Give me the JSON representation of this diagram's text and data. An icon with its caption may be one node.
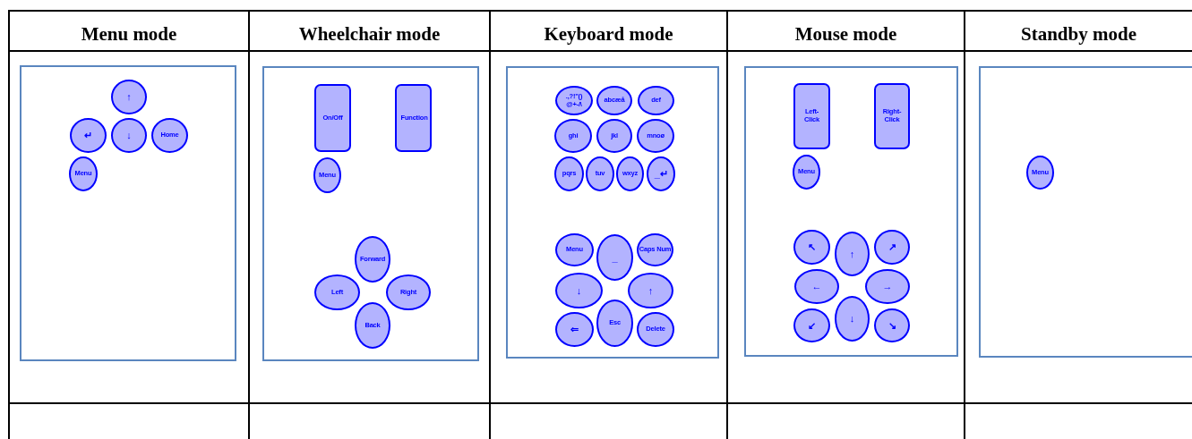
{
  "diagram": {
    "nodes": [
      {
        "text": [],
        "shape": "box"
      },
      {
        "text": [
          "↑"
        ],
        "in": 0
      },
      {
        "text": [
          "↵"
        ],
        "in": 0
      },
      {
        "text": [
          "↓"
        ],
        "in": 0
      },
      {
        "text": [
          "Home"
        ],
        "in": 0
      },
      {
        "text": [
          "Menu"
        ],
        "in": 0
      },
      {
        "text": [],
        "shape": "box"
      },
      {
        "text": [
          "On/Off"
        ],
        "in": 6
      },
      {
        "text": [
          "Function"
        ],
        "in": 6
      },
      {
        "text": [
          "Menu"
        ],
        "in": 6
      },
      {
        "text": [
          "Forward"
        ],
        "in": 6
      },
      {
        "text": [
          "Left"
        ],
        "in": 6
      },
      {
        "text": [
          "Right"
        ],
        "in": 6
      },
      {
        "text": [
          "Back"
        ],
        "in": 6
      },
      {
        "text": [],
        "shape": "box"
      },
      {
        "text": [
          ".,?!\"() @+-/\\"
        ],
        "in": 14
      },
      {
        "text": [
          "abcæå"
        ],
        "in": 14
      },
      {
        "text": [
          "def"
        ],
        "in": 14
      },
      {
        "text": [
          "ghi"
        ],
        "in": 14
      },
      {
        "text": [
          "jkl"
        ],
        "in": 14
      },
      {
        "text": [
          "mnoø"
        ],
        "in": 14
      },
      {
        "text": [
          "pqrs"
        ],
        "in": 14
      },
      {
        "text": [
          "tuv"
        ],
        "in": 14
      },
      {
        "text": [
          "wxyz"
        ],
        "in": 14
      },
      {
        "text": [
          "_↵"
        ],
        "in": 14
      },
      {
        "text": [
          "Menu"
        ],
        "in": 14
      },
      {
        "text": [
          "_"
        ],
        "in": 14
      },
      {
        "text": [
          "Caps Num"
        ],
        "in": 14
      },
      {
        "text": [
          "↓"
        ],
        "in": 14
      },
      {
        "text": [
          "↑"
        ],
        "in": 14
      },
      {
        "text": [
          "⇐"
        ],
        "in": 14
      },
      {
        "text": [
          "Esc"
        ],
        "in": 14
      },
      {
        "text": [
          "Delete"
        ],
        "in": 14
      },
      {
        "text": [],
        "shape": "box"
      },
      {
        "text": [
          "Left-Click"
        ],
        "in": 33
      },
      {
        "text": [
          "Right-Click"
        ],
        "in": 33
      },
      {
        "text": [
          "Menu"
        ],
        "in": 33
      },
      {
        "text": [
          "↖"
        ],
        "in": 33
      },
      {
        "text": [
          "↑"
        ],
        "in": 33
      },
      {
        "text": [
          "↗"
        ],
        "in": 33
      },
      {
        "text": [
          "←"
        ],
        "in": 33
      },
      {
        "text": [
          "→"
        ],
        "in": 33
      },
      {
        "text": [
          "↙"
        ],
        "in": 33
      },
      {
        "text": [
          "↓"
        ],
        "in": 33
      },
      {
        "text": [
          "↘"
        ],
        "in": 33
      },
      {
        "text": [],
        "shape": "box"
      },
      {
        "text": [
          "Menu"
        ],
        "in": 45
      }
    ],
    "labels": [
      "Menu mode",
      "Wheelchair mode",
      "Keyboard mode",
      "Mouse mode",
      "Standby mode"
    ]
  }
}
